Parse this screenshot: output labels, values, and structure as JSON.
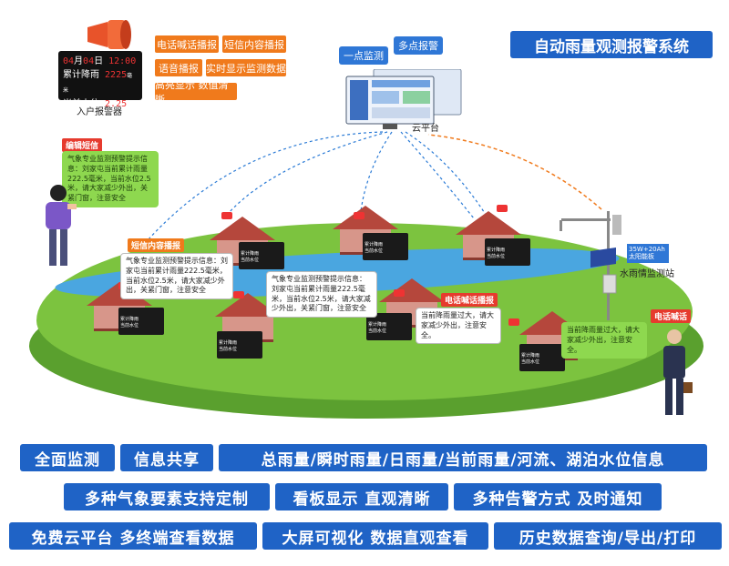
{
  "title": "自动雨量观测报警系统",
  "alarm_device": {
    "caption": "入户报警器",
    "row1": {
      "month": "04",
      "month_unit": "月",
      "day": "04",
      "day_unit": "日",
      "time": "12:00"
    },
    "row2": {
      "label": "累计降雨",
      "value": "2225",
      "unit": "毫米"
    },
    "row3": {
      "label": "当前水位",
      "value": "2.25",
      "unit": "米"
    }
  },
  "features_orange": [
    "电话喊话播报",
    "短信内容播报",
    "语音播报",
    "实时显示监测数据",
    "高亮显示 数值清晰"
  ],
  "cloud": {
    "tab1": "一点监测",
    "tab2": "多点报警",
    "caption": "云平台"
  },
  "labels": {
    "sms_edit": "编辑短信",
    "sms_broadcast": "短信内容播报",
    "phone_broadcast": "电话喊话播报",
    "phone_call": "电话喊话",
    "station": "水雨情监测站",
    "solar": "35W+20Ah 太阳能板"
  },
  "messages": {
    "warning": "气象专业监测预警提示信息：刘家屯当前累计雨量222.5毫米，当前水位2.5米，请大家减少外出，关紧门窗，注意安全",
    "warning_left": "气象专业监测预警提示信息：刘家屯当前累计雨量222.5毫米，当前水位2.5米，请大家减少外出，关紧门窗，注意安全",
    "warning_mid": "气象专业监测预警提示信息：刘家屯当前累计雨量222.5毫米，当前水位2.5米，请大家减少外出，关紧门窗，注意安全",
    "rain_right": "当前降雨量过大，请大家减少外出，注意安全。",
    "rain_person": "当前降雨量过大，请大家减少外出，注意安全。"
  },
  "mini_led": {
    "l1": "累计降雨",
    "l2": "当前水位"
  },
  "bottom_features": [
    "全面监测",
    "信息共享",
    "总雨量/瞬时雨量/日雨量/当前雨量/河流、湖泊水位信息",
    "多种气象要素支持定制",
    "看板显示 直观清晰",
    "多种告警方式 及时通知",
    "免费云平台 多终端查看数据",
    "大屏可视化 数据直观查看",
    "历史数据查询/导出/打印"
  ]
}
